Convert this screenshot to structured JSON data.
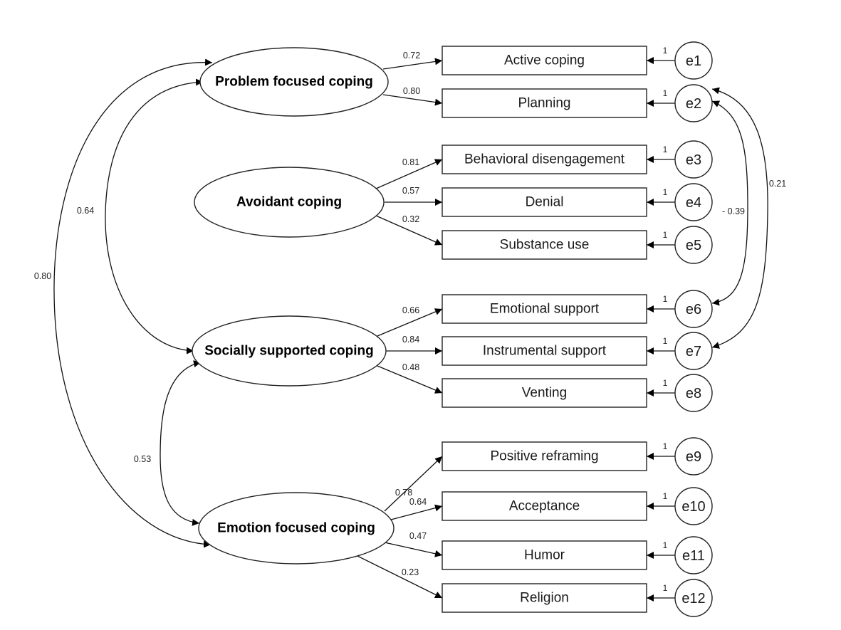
{
  "diagram": {
    "type": "structural-equation-model",
    "latent_factors": [
      {
        "id": "pfc",
        "label": "Problem focused coping",
        "indicators": [
          {
            "label": "Active coping",
            "loading": "0.72",
            "error": "e1",
            "error_weight": "1"
          },
          {
            "label": "Planning",
            "loading": "0.80",
            "error": "e2",
            "error_weight": "1"
          }
        ]
      },
      {
        "id": "avc",
        "label": "Avoidant coping",
        "indicators": [
          {
            "label": "Behavioral disengagement",
            "loading": "0.81",
            "error": "e3",
            "error_weight": "1"
          },
          {
            "label": "Denial",
            "loading": "0.57",
            "error": "e4",
            "error_weight": "1"
          },
          {
            "label": "Substance use",
            "loading": "0.32",
            "error": "e5",
            "error_weight": "1"
          }
        ]
      },
      {
        "id": "ssc",
        "label": "Socially supported coping",
        "indicators": [
          {
            "label": "Emotional support",
            "loading": "0.66",
            "error": "e6",
            "error_weight": "1"
          },
          {
            "label": "Instrumental  support",
            "loading": "0.84",
            "error": "e7",
            "error_weight": "1"
          },
          {
            "label": "Venting",
            "loading": "0.48",
            "error": "e8",
            "error_weight": "1"
          }
        ]
      },
      {
        "id": "efc",
        "label": "Emotion focused coping",
        "indicators": [
          {
            "label": "Positive reframing",
            "loading": "0.78",
            "error": "e9",
            "error_weight": "1"
          },
          {
            "label": "Acceptance",
            "loading": "0.64",
            "error": "e10",
            "error_weight": "1"
          },
          {
            "label": "Humor",
            "loading": "0.47",
            "error": "e11",
            "error_weight": "1"
          },
          {
            "label": "Religion",
            "loading": "0.23",
            "error": "e12",
            "error_weight": "1"
          }
        ]
      }
    ],
    "factor_covariances": [
      {
        "from": "Problem focused coping",
        "to": "Socially supported coping",
        "value": "0.64"
      },
      {
        "from": "Problem focused coping",
        "to": "Emotion focused coping",
        "value": "0.80"
      },
      {
        "from": "Socially supported coping",
        "to": "Emotion focused coping",
        "value": "0.53"
      }
    ],
    "error_covariances": [
      {
        "from": "e2",
        "to": "e6",
        "value": "- 0.39"
      },
      {
        "from": "e2",
        "to": "e7",
        "value": "0.21"
      }
    ]
  }
}
